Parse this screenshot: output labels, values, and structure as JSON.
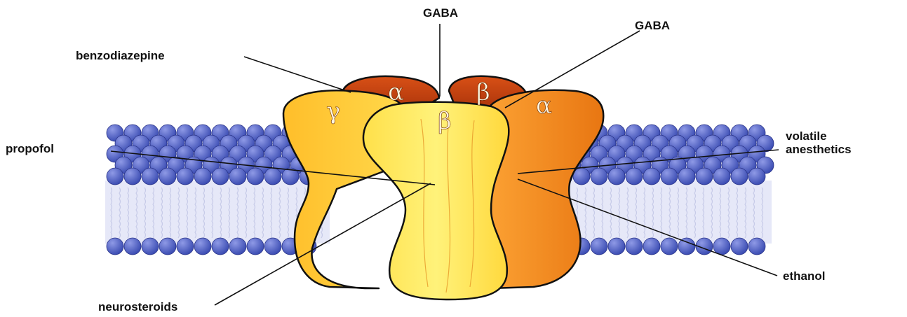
{
  "labels": {
    "gaba_top": "GABA",
    "gaba_right": "GABA",
    "benzodiazepine": "benzodiazepine",
    "propofol": "propofol",
    "volatile_line1": "volatile",
    "volatile_line2": "anesthetics",
    "ethanol": "ethanol",
    "neurosteroids": "neurosteroids"
  },
  "subunits": {
    "gamma": "γ",
    "alpha_left": "α",
    "beta_back": "β",
    "beta_front": "β",
    "alpha_right": "α"
  },
  "colors": {
    "membrane_head": "#3c4db3",
    "membrane_head_highlight": "#8f9ae6",
    "membrane_core": "#e6e8f8",
    "subunit_yellow": "#ffd23a",
    "subunit_front": "#ffee66",
    "subunit_orange": "#f48a1e",
    "subunit_red": "#c4420c",
    "outline": "#111111"
  }
}
